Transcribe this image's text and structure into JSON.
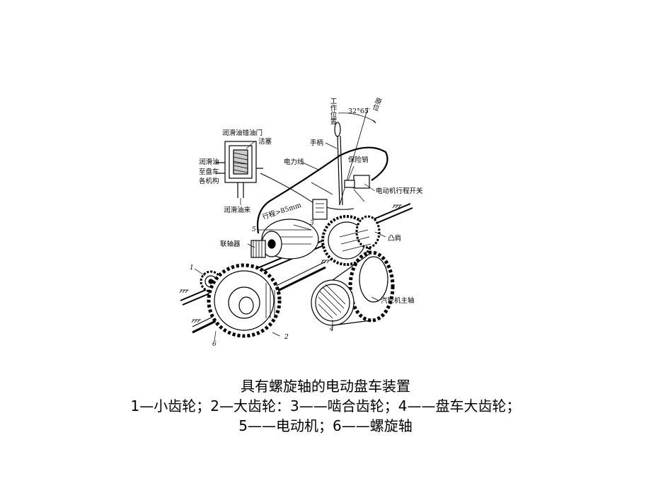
{
  "figure": {
    "labels": {
      "working_position": "工作位置",
      "home_position": "原位",
      "angle": "32°65′",
      "handle": "手柄",
      "lube_shutoff_valve": "润滑油错油门",
      "piston": "活塞",
      "lube_oil": "润滑油",
      "to_mechanisms_1": "至盘车",
      "to_mechanisms_2": "各机构",
      "power_line": "电力线",
      "safety_pin": "保险销",
      "motor_travel_switch": "电动机行程开关",
      "lube_oil_in": "润滑油来",
      "stroke": "行程>85mm",
      "coupling": "联轴器",
      "shoulder": "凸肩",
      "turbine_main_shaft": "汽轮机主轴",
      "n1": "1",
      "n2": "2",
      "n3": "3",
      "n4": "4",
      "n5": "5",
      "n6": "6"
    }
  },
  "caption": {
    "title": "具有螺旋轴的电动盘车装置",
    "line2": "1—小齿轮；2—大齿轮：3——啮合齿轮；4——盘车大齿轮；",
    "line3": "5——电动机；6——螺旋轴"
  }
}
